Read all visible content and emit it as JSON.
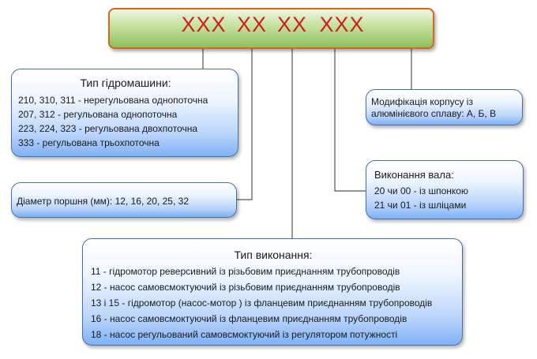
{
  "code": {
    "segments": [
      "XXX",
      "XX",
      "XX",
      "XXX"
    ],
    "text_color": "#cc1f1f",
    "border_color": "#d2691e",
    "fill_color": "#8dc05a"
  },
  "pump_type": {
    "title": "Тип гідромашини:",
    "lines": [
      "210, 310, 311 - нерегульована однопоточна",
      "207, 312 - регульована однопоточна",
      "223, 224, 323 - регульована двохпоточна",
      "333 - регульована трьохпоточна"
    ]
  },
  "piston_diameter": {
    "text": "Діаметр поршня (мм): 12, 16, 20, 25, 32"
  },
  "housing_modification": {
    "line1": "Модифікація корпусу із",
    "line2": "алюмінієвого сплаву: А, Б, В"
  },
  "shaft_design": {
    "title": "Виконання вала:",
    "lines": [
      "20 чи 00 - із шпонкою",
      "21 чи 01 - із шліцами"
    ]
  },
  "execution_type": {
    "title": "Тип виконання:",
    "lines": [
      "11 - гідромотор реверсивний із різьбовим приєднанням трубопроводів",
      "12 - насос самовсмоктуючий із різьбовим приєднанням трубопроводів",
      "13 і 15 - гідромотор (насос-мотор ) із фланцевим приєднанням трубопроводів",
      "16 - насос самовсмоктуючий із фланцевим приєднанням трубопроводів",
      "18 - насос регульований самовсмоктуючий із регулятором потужності"
    ]
  },
  "colors": {
    "box_border": "#4a6fa5",
    "box_fill": "#7fb1f5",
    "connector": "#555555"
  }
}
